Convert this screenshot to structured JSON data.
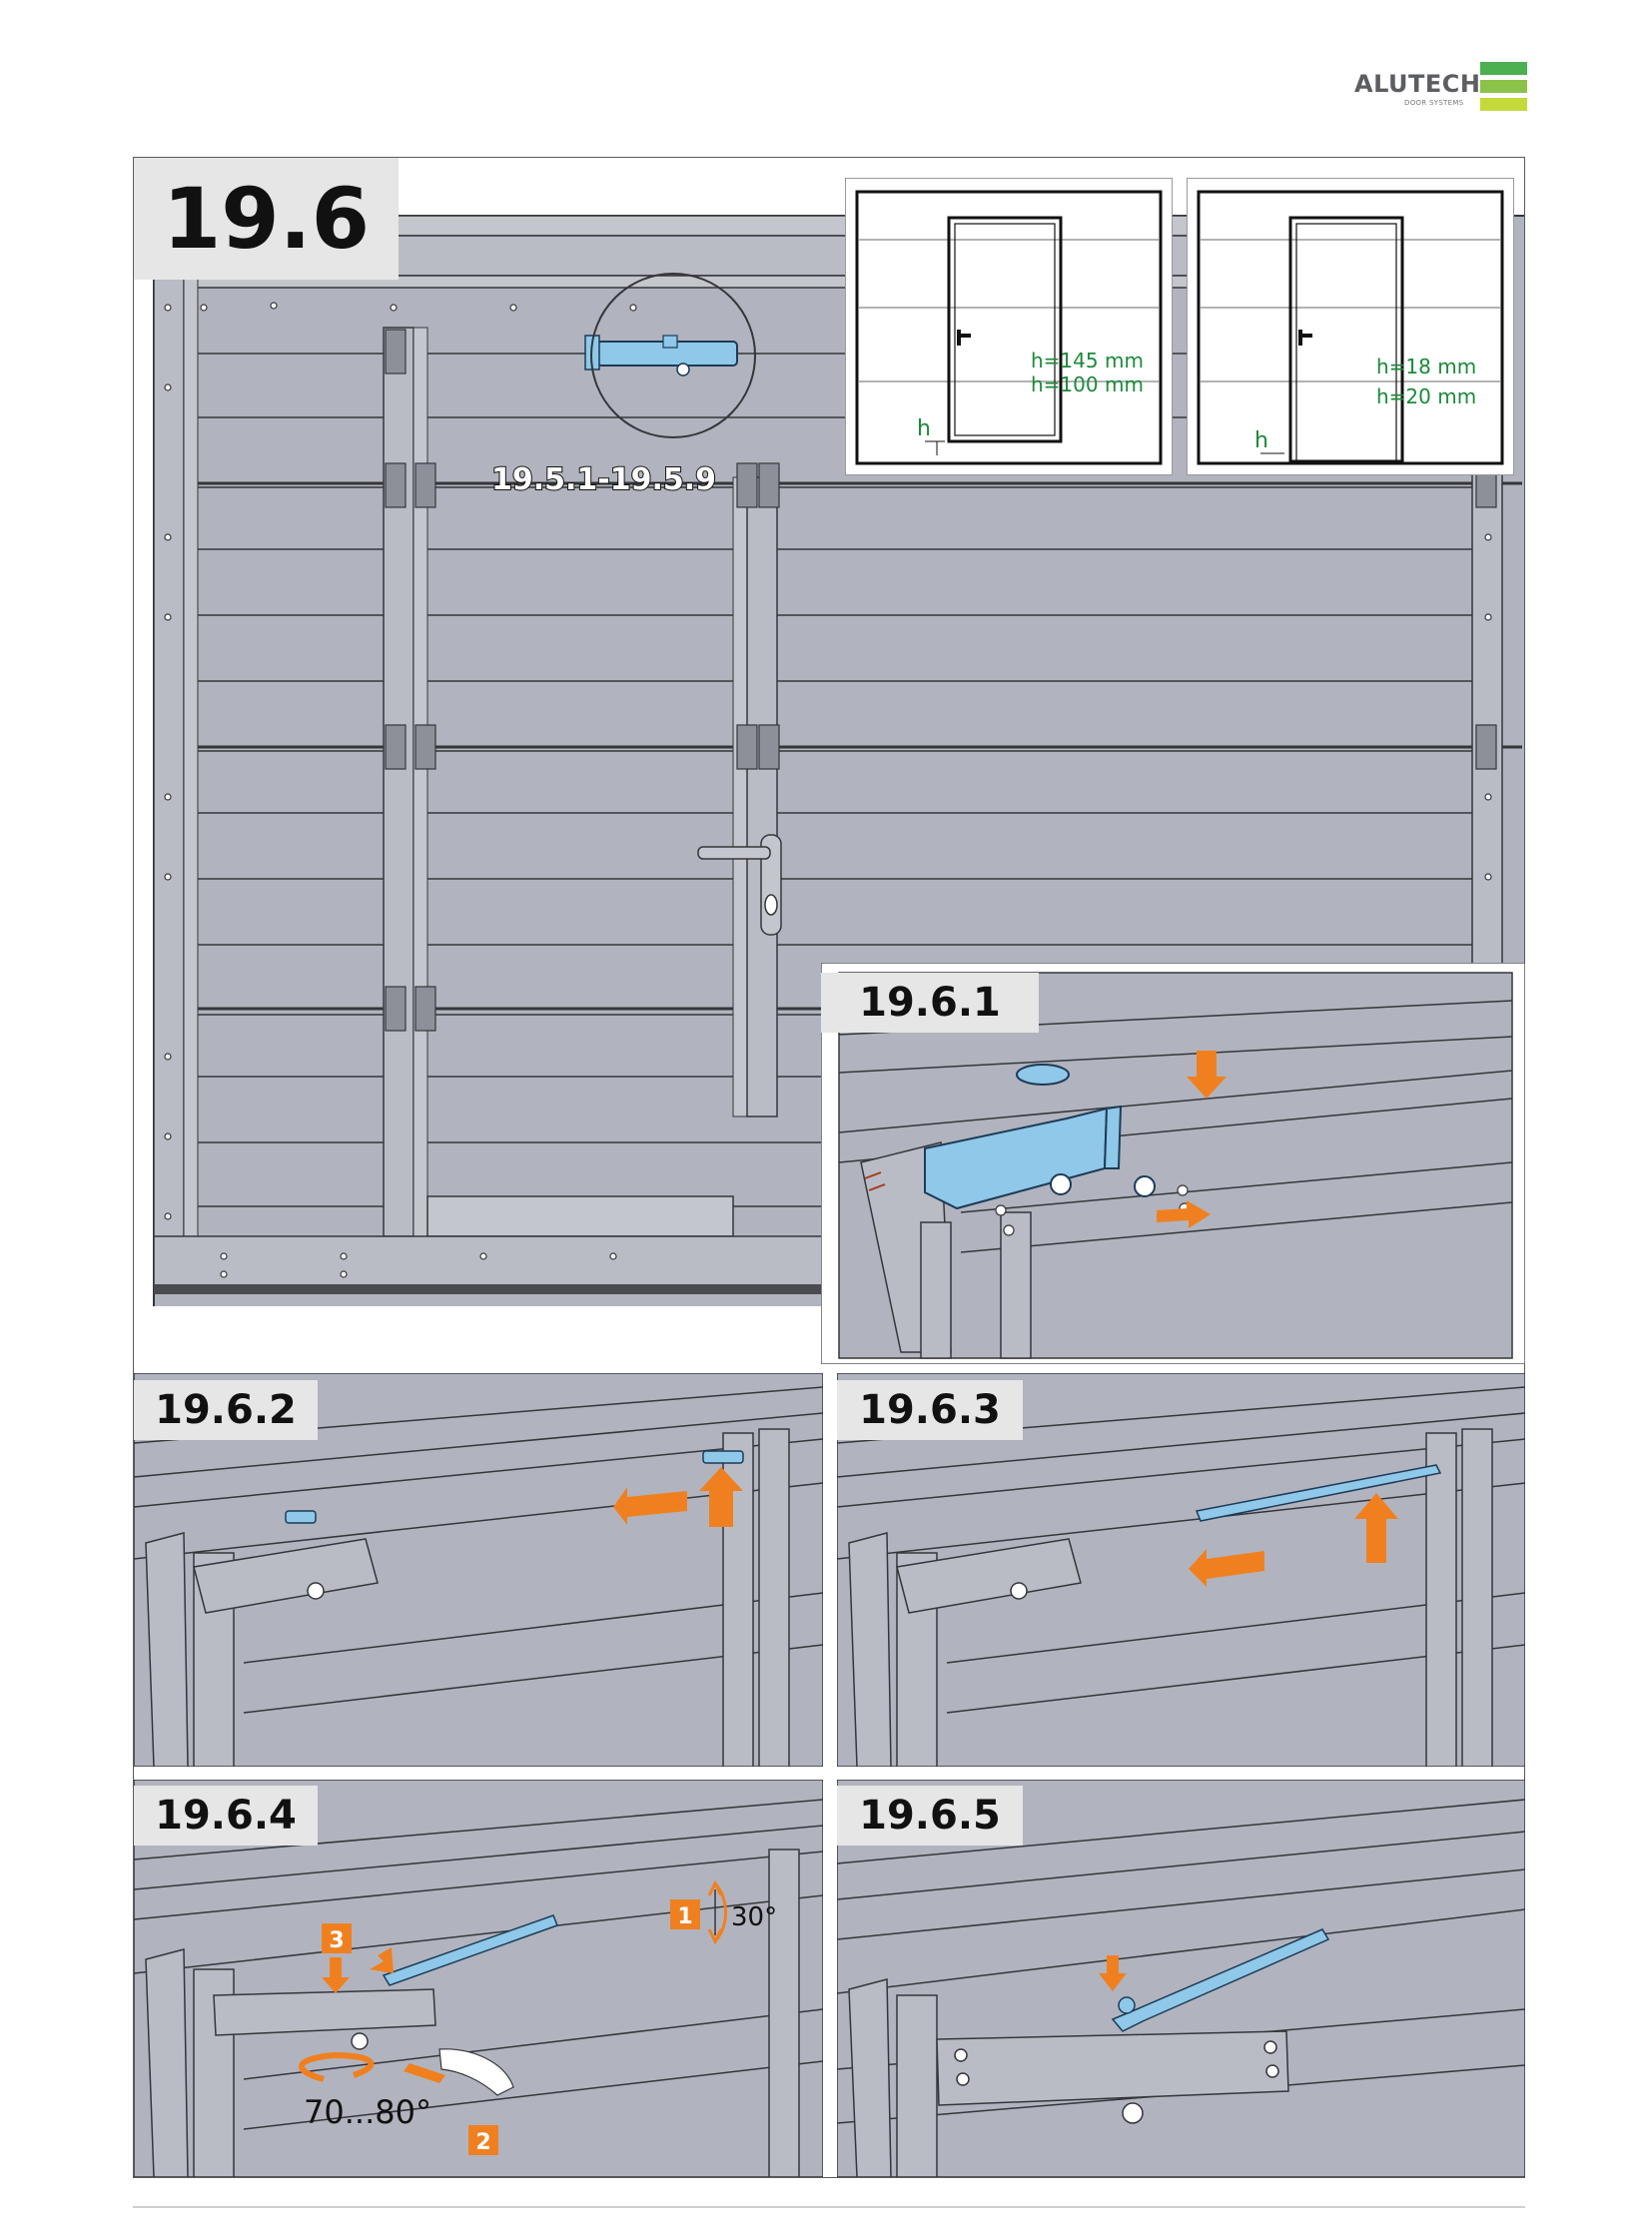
{
  "brand": {
    "name": "ALUTECH",
    "tagline": "DOOR SYSTEMS",
    "stripe_colors": [
      "#4caf50",
      "#8bc34a",
      "#c6d93a"
    ]
  },
  "main_step": {
    "number": "19.6",
    "reference": "19.5.1-19.5.9"
  },
  "insets": {
    "left": {
      "h_label": "h",
      "measure_1": "h=145 mm",
      "measure_2": "h=100 mm"
    },
    "right": {
      "h_label": "h",
      "measure_1": "h=18 mm",
      "measure_2": "h=20 mm"
    }
  },
  "substeps": [
    {
      "id": "19.6.1"
    },
    {
      "id": "19.6.2"
    },
    {
      "id": "19.6.3"
    },
    {
      "id": "19.6.4",
      "badge_1": "1",
      "badge_2": "2",
      "badge_3": "3",
      "angle": "30°",
      "range": "70...80°"
    },
    {
      "id": "19.6.5"
    }
  ],
  "colors": {
    "panel_gray": "#b1b4be",
    "panel_line": "#34363a",
    "part_blue": "#8fc8e8",
    "arrow_orange": "#f0801f",
    "measure_green": "#1b8a3a"
  }
}
